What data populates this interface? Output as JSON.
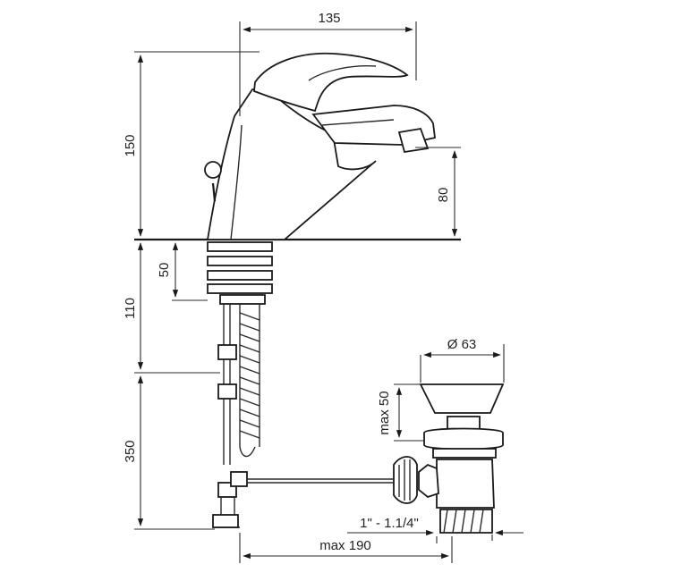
{
  "dimensions": {
    "width_135": "135",
    "height_150": "150",
    "spout_80": "80",
    "depth_50": "50",
    "hose_110": "110",
    "hose_350": "350",
    "waste_dia": "Ø 63",
    "waste_max50": "max 50",
    "thread": "1\" - 1.1/4\"",
    "reach_max190": "max 190"
  },
  "colors": {
    "line": "#1a1a1a",
    "background": "#ffffff"
  }
}
